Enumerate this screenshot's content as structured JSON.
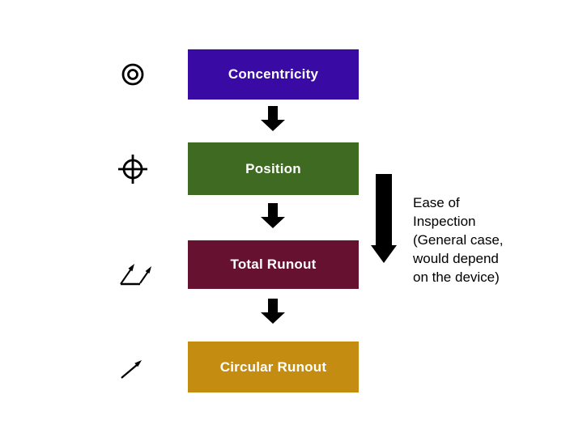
{
  "canvas": {
    "background": "#FFFFFF"
  },
  "flowchart": {
    "steps": [
      {
        "id": "concentricity",
        "label": "Concentricity",
        "color": "#3A0AA5",
        "icon": "concentricity-symbol"
      },
      {
        "id": "position",
        "label": "Position",
        "color": "#3E6A21",
        "icon": "position-symbol"
      },
      {
        "id": "total-runout",
        "label": "Total Runout",
        "color": "#65112F",
        "icon": "total-runout-symbol"
      },
      {
        "id": "circular-runout",
        "label": "Circular Runout",
        "color": "#C48C10",
        "icon": "circular-runout-symbol"
      }
    ],
    "label_text_color": "#FFFFFF",
    "connector_color": "#000000"
  },
  "annotation": {
    "text": "Ease of\nInspection\n(General case,\nwould depend\non the device)",
    "arrow_color": "#000000",
    "text_color": "#000000"
  }
}
